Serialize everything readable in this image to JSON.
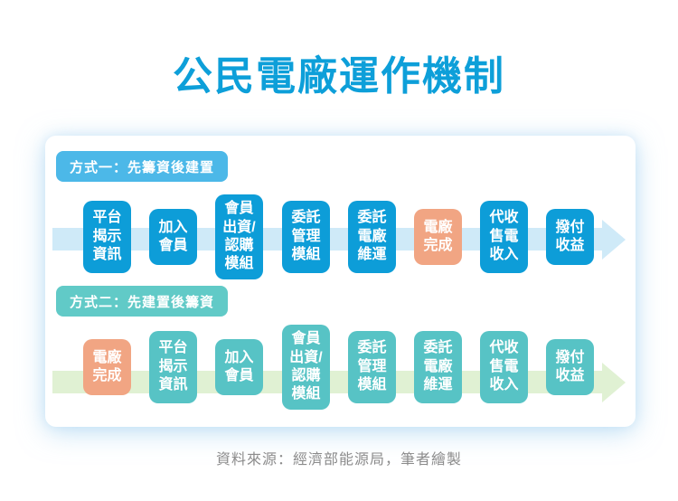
{
  "title": "公民電廠運作機制",
  "footer": "資料來源：經濟部能源局，筆者繪製",
  "colors": {
    "title_blue": "#0d9fd9",
    "box_blue": "#0d9dd8",
    "box_teal": "#57c3c5",
    "box_orange": "#f1a583",
    "pill_blue": "#4cb8e8",
    "pill_teal": "#61cac7",
    "arrow_band_blue": "#cfeaf8",
    "arrow_band_green": "#e0f1d3",
    "footer_gray": "#8b8b8b",
    "card_background": "#ffffff"
  },
  "rows": [
    {
      "label": "方式一：先籌資後建置",
      "style": "blue",
      "steps": [
        {
          "lines": [
            "平台",
            "揭示",
            "資訊"
          ],
          "variant": "blue"
        },
        {
          "lines": [
            "加入",
            "會員"
          ],
          "variant": "blue"
        },
        {
          "lines": [
            "會員",
            "出資/",
            "認購",
            "模組"
          ],
          "variant": "blue"
        },
        {
          "lines": [
            "委託",
            "管理",
            "模組"
          ],
          "variant": "blue"
        },
        {
          "lines": [
            "委託",
            "電廠",
            "維運"
          ],
          "variant": "blue"
        },
        {
          "lines": [
            "電廠",
            "完成"
          ],
          "variant": "orange"
        },
        {
          "lines": [
            "代收",
            "售電",
            "收入"
          ],
          "variant": "blue"
        },
        {
          "lines": [
            "撥付",
            "收益"
          ],
          "variant": "blue"
        }
      ]
    },
    {
      "label": "方式二：先建置後籌資",
      "style": "teal",
      "steps": [
        {
          "lines": [
            "電廠",
            "完成"
          ],
          "variant": "orange"
        },
        {
          "lines": [
            "平台",
            "揭示",
            "資訊"
          ],
          "variant": "teal"
        },
        {
          "lines": [
            "加入",
            "會員"
          ],
          "variant": "teal"
        },
        {
          "lines": [
            "會員",
            "出資/",
            "認購",
            "模組"
          ],
          "variant": "teal"
        },
        {
          "lines": [
            "委託",
            "管理",
            "模組"
          ],
          "variant": "teal"
        },
        {
          "lines": [
            "委託",
            "電廠",
            "維運"
          ],
          "variant": "teal"
        },
        {
          "lines": [
            "代收",
            "售電",
            "收入"
          ],
          "variant": "teal"
        },
        {
          "lines": [
            "撥付",
            "收益"
          ],
          "variant": "teal"
        }
      ]
    }
  ]
}
